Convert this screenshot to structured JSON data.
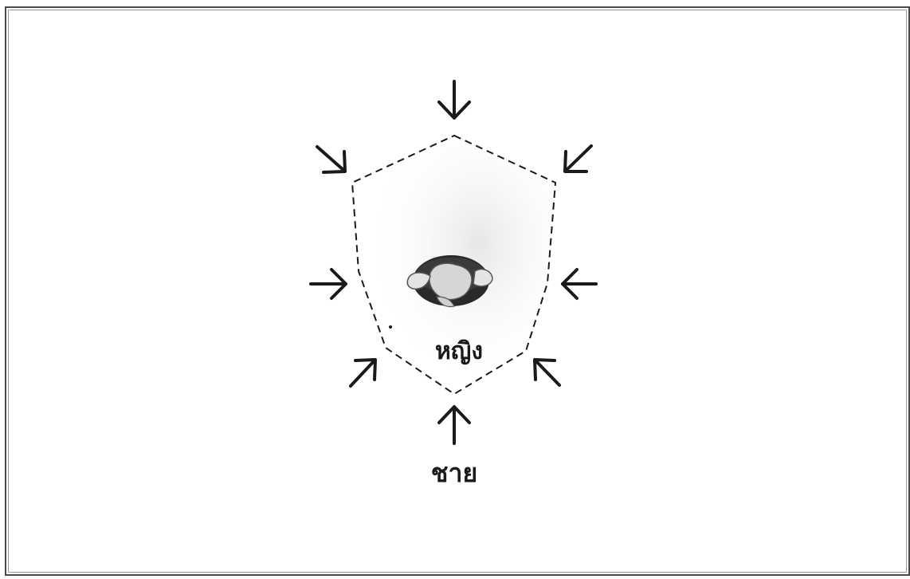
{
  "diagram": {
    "center_label": "หญิง",
    "bottom_label": "ชาย",
    "region_style": "dashed-hexagon",
    "arrow_directions": [
      "down",
      "down-left",
      "left",
      "up-left",
      "up",
      "up-right",
      "right",
      "down-right"
    ],
    "colors": {
      "ink": "#1a1a1a",
      "frame": "#4a4a4a",
      "region_fill": "#eeeeee"
    }
  }
}
